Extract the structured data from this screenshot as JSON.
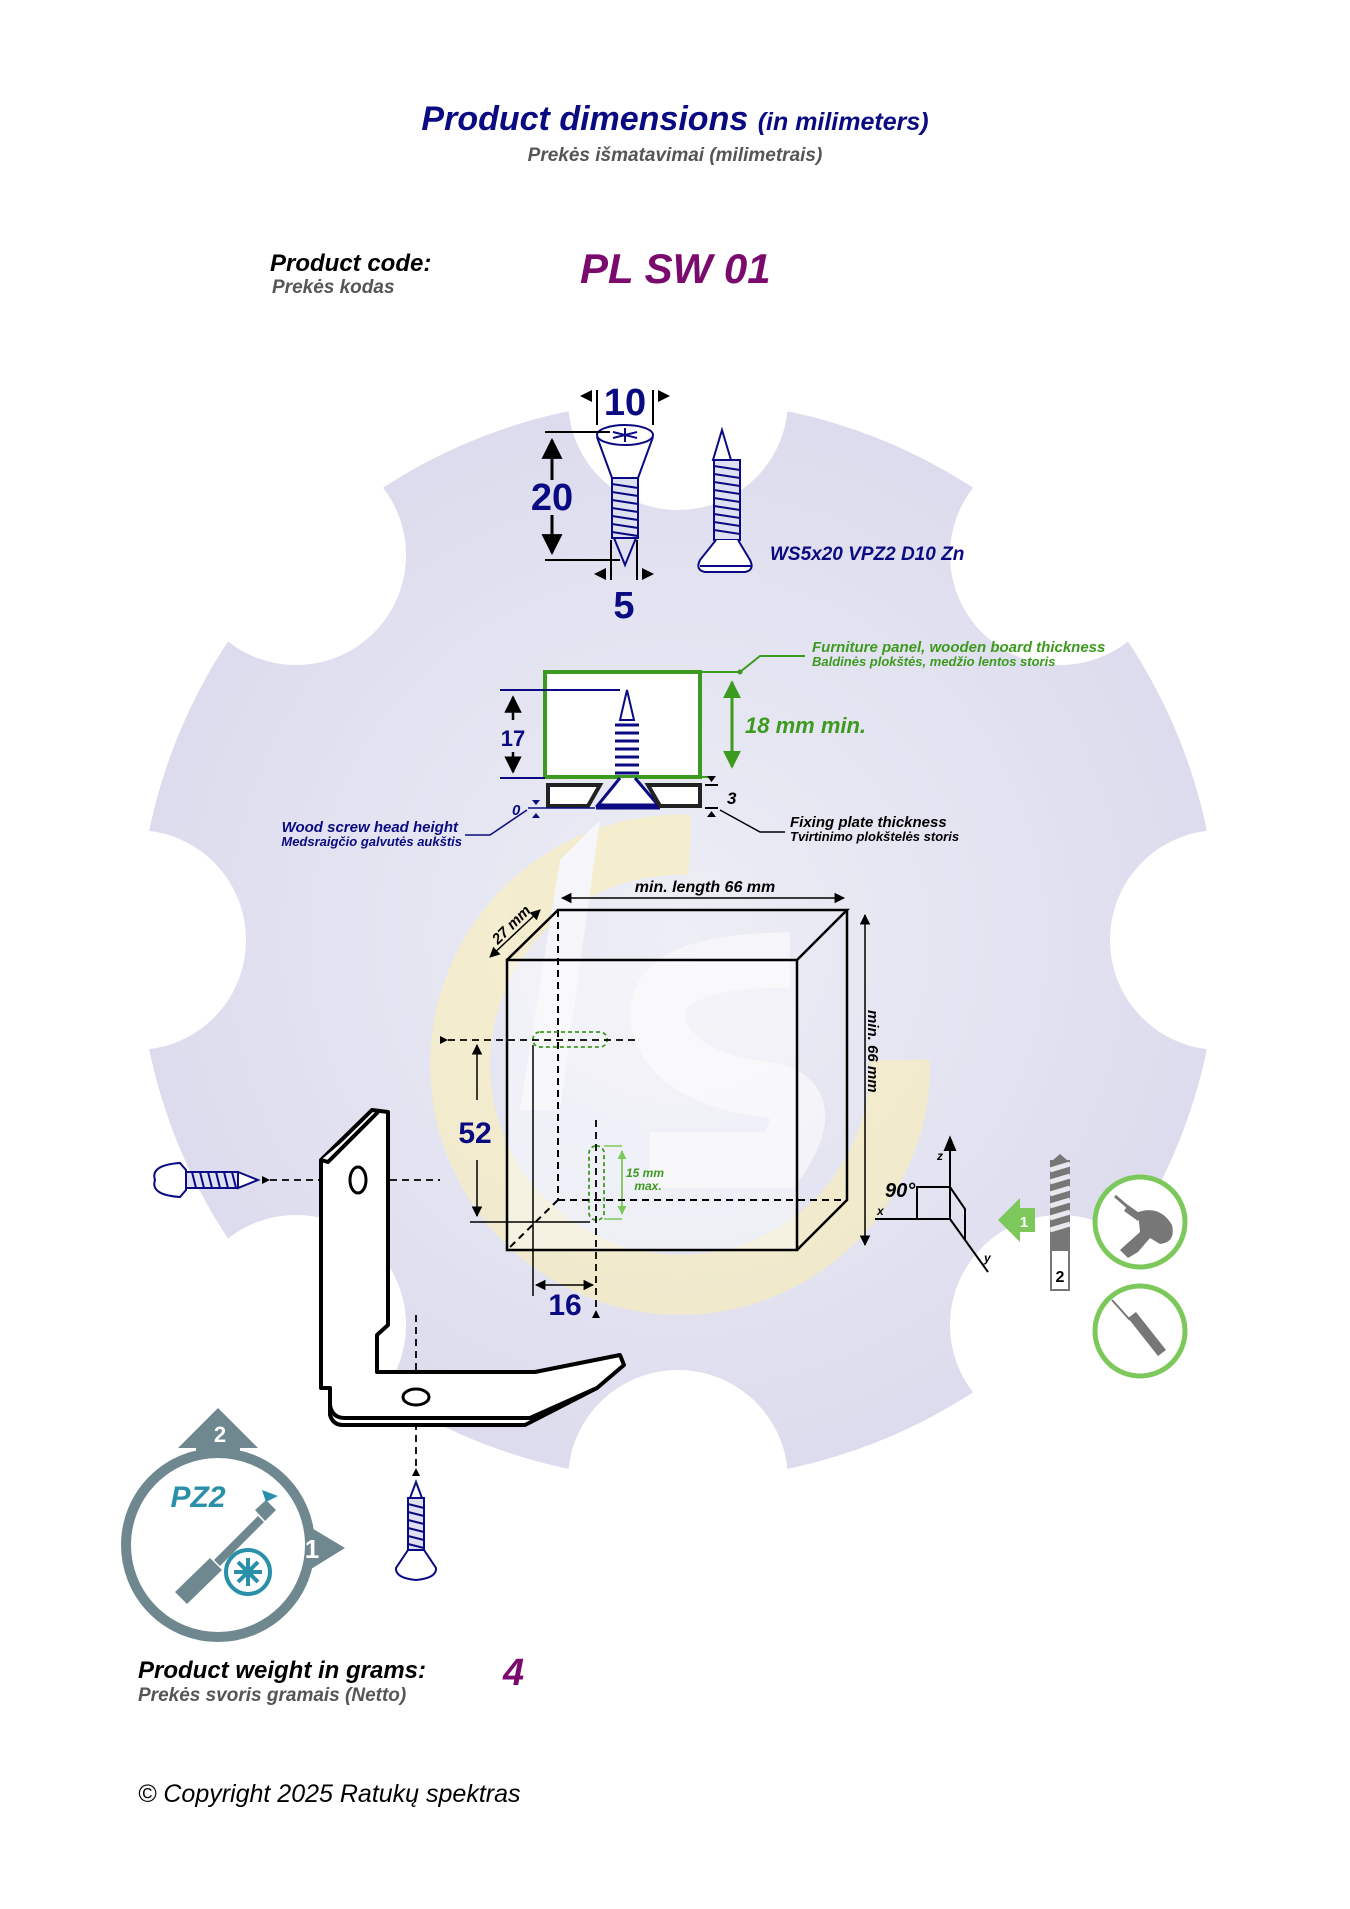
{
  "header": {
    "title": "Product dimensions",
    "title_suffix": "(in milimeters)",
    "subtitle": "Prekės išmatavimai (milimetrais)"
  },
  "product_code": {
    "label": "Product code:",
    "label_lt": "Prekės kodas",
    "value": "PL SW 01"
  },
  "screw": {
    "head_diameter": "10",
    "length": "20",
    "shank_diameter": "5",
    "spec": "WS5x20 VPZ2 D10 Zn"
  },
  "mounting_section": {
    "screw_penetration": "17",
    "panel_thickness_value": "18 mm min.",
    "panel_label": "Furniture panel, wooden board thickness",
    "panel_label_lt": "Baldinės plokštės, medžio lentos storis",
    "head_height_value": "0",
    "head_height_label": "Wood screw head height",
    "head_height_label_lt": "Medsraigčio galvutės aukštis",
    "plate_thickness_value": "3",
    "plate_thickness_label": "Fixing plate thickness",
    "plate_thickness_label_lt": "Tvirtinimo plokštelės storis"
  },
  "block": {
    "length_label": "min. length 66 mm",
    "depth_label": "27 mm",
    "height_label": "min. 66 mm",
    "hole_offset_vertical": "52",
    "hole_offset_horizontal": "16",
    "pilot_depth_label": "15 mm",
    "pilot_depth_label2": "max."
  },
  "axes": {
    "angle": "90°",
    "x": "x",
    "y": "y",
    "z": "z"
  },
  "steps": {
    "drill_step": "1",
    "drill_bit_size": "2",
    "screwdriver_bit": "PZ2",
    "screw_step_1": "1",
    "screw_step_2": "2"
  },
  "colors": {
    "navy": "#0a0a82",
    "green": "#3c9a1e",
    "purple": "#7a0a6e",
    "gear_bg": "#dcdcef",
    "tool_grey": "#6f8890",
    "icon_green": "#7cc85a"
  },
  "weight": {
    "label": "Product weight in grams:",
    "label_lt": "Prekės svoris gramais (Netto)",
    "value": "4"
  },
  "footer": {
    "copyright": "© Copyright 2025 Ratukų spektras"
  }
}
